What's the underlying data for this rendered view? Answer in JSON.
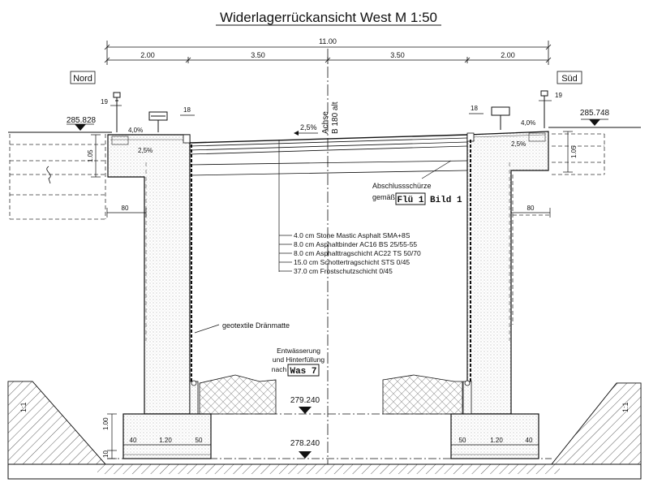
{
  "title": "Widerlagerrückansicht West   M 1:50",
  "dimensions": {
    "total": "11.00",
    "seg_a": "2.00",
    "seg_b": "3.50",
    "seg_c": "3.50",
    "seg_d": "2.00",
    "rail_left": "19",
    "rail_right": "19",
    "guard_left": "18",
    "guard_right": "18",
    "wall_left": "80",
    "wall_right": "80",
    "height_left": "1.05",
    "height_right": "1.05",
    "found_h": "1.00",
    "found_base": "10",
    "found_l1": "40",
    "found_l2": "1.20",
    "found_l3": "50",
    "found_r1": "50",
    "found_r2": "1.20",
    "found_r3": "40"
  },
  "sides": {
    "north": "Nord",
    "south": "Süd"
  },
  "elevations": {
    "left_top": "285.828",
    "right_top": "285.748",
    "found_top": "279.240",
    "found_bottom": "278.240"
  },
  "axis_label": [
    "Achse",
    "B 180 alt"
  ],
  "slopes": {
    "deck": "2,5%",
    "left_top": "4,0%",
    "left_bottom": "2,5%",
    "right_top": "4,0%",
    "right_bottom": "2,5%"
  },
  "layers": [
    "4.0 cm Stone Mastic Asphalt SMA+8S",
    "8.0 cm Asphaltbinder AC16 BS 25/55-55",
    "8.0 cm Asphalttragschicht AC22 TS 50/70",
    "15.0 cm Schottertragschicht STS 0/45",
    "37.0 cm Frostschutzschicht 0/45"
  ],
  "notes": {
    "geotextile": "geotextile Dränmatte",
    "skirt_1": "Abschlussschürze",
    "skirt_2": "gemäß",
    "skirt_ref_a": "Flü 1",
    "skirt_ref_b": "Bild 1",
    "drain_1": "Entwässerung",
    "drain_2": "und Hinterfüllung",
    "drain_3": "nach",
    "drain_ref": "Was 7"
  },
  "slope_ratio": {
    "left": "1:1",
    "right": "1:1"
  }
}
